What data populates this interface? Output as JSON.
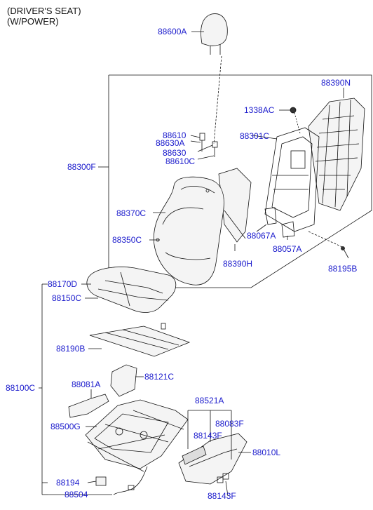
{
  "header": {
    "line1": "(DRIVER'S SEAT)",
    "line2": "(W/POWER)"
  },
  "colors": {
    "label": "#1a1acc",
    "line": "#111111",
    "part_fill": "#f4f4f4"
  },
  "labels": {
    "p88600A": "88600A",
    "p88390N": "88390N",
    "p1338AC": "1338AC",
    "p88610": "88610",
    "p88630A": "88630A",
    "p88630": "88630",
    "p88610C": "88610C",
    "p88301C": "88301C",
    "p88300F": "88300F",
    "p88370C": "88370C",
    "p88067A": "88067A",
    "p88350C": "88350C",
    "p88057A": "88057A",
    "p88390H": "88390H",
    "p88195B": "88195B",
    "p88170D": "88170D",
    "p88150C": "88150C",
    "p88190B": "88190B",
    "p88121C": "88121C",
    "p88081A": "88081A",
    "p88100C": "88100C",
    "p88521A": "88521A",
    "p88500G": "88500G",
    "p88083F": "88083F",
    "p88143F_a": "88143F",
    "p88010L": "88010L",
    "p88194": "88194",
    "p88504": "88504",
    "p88143F_b": "88143F"
  }
}
